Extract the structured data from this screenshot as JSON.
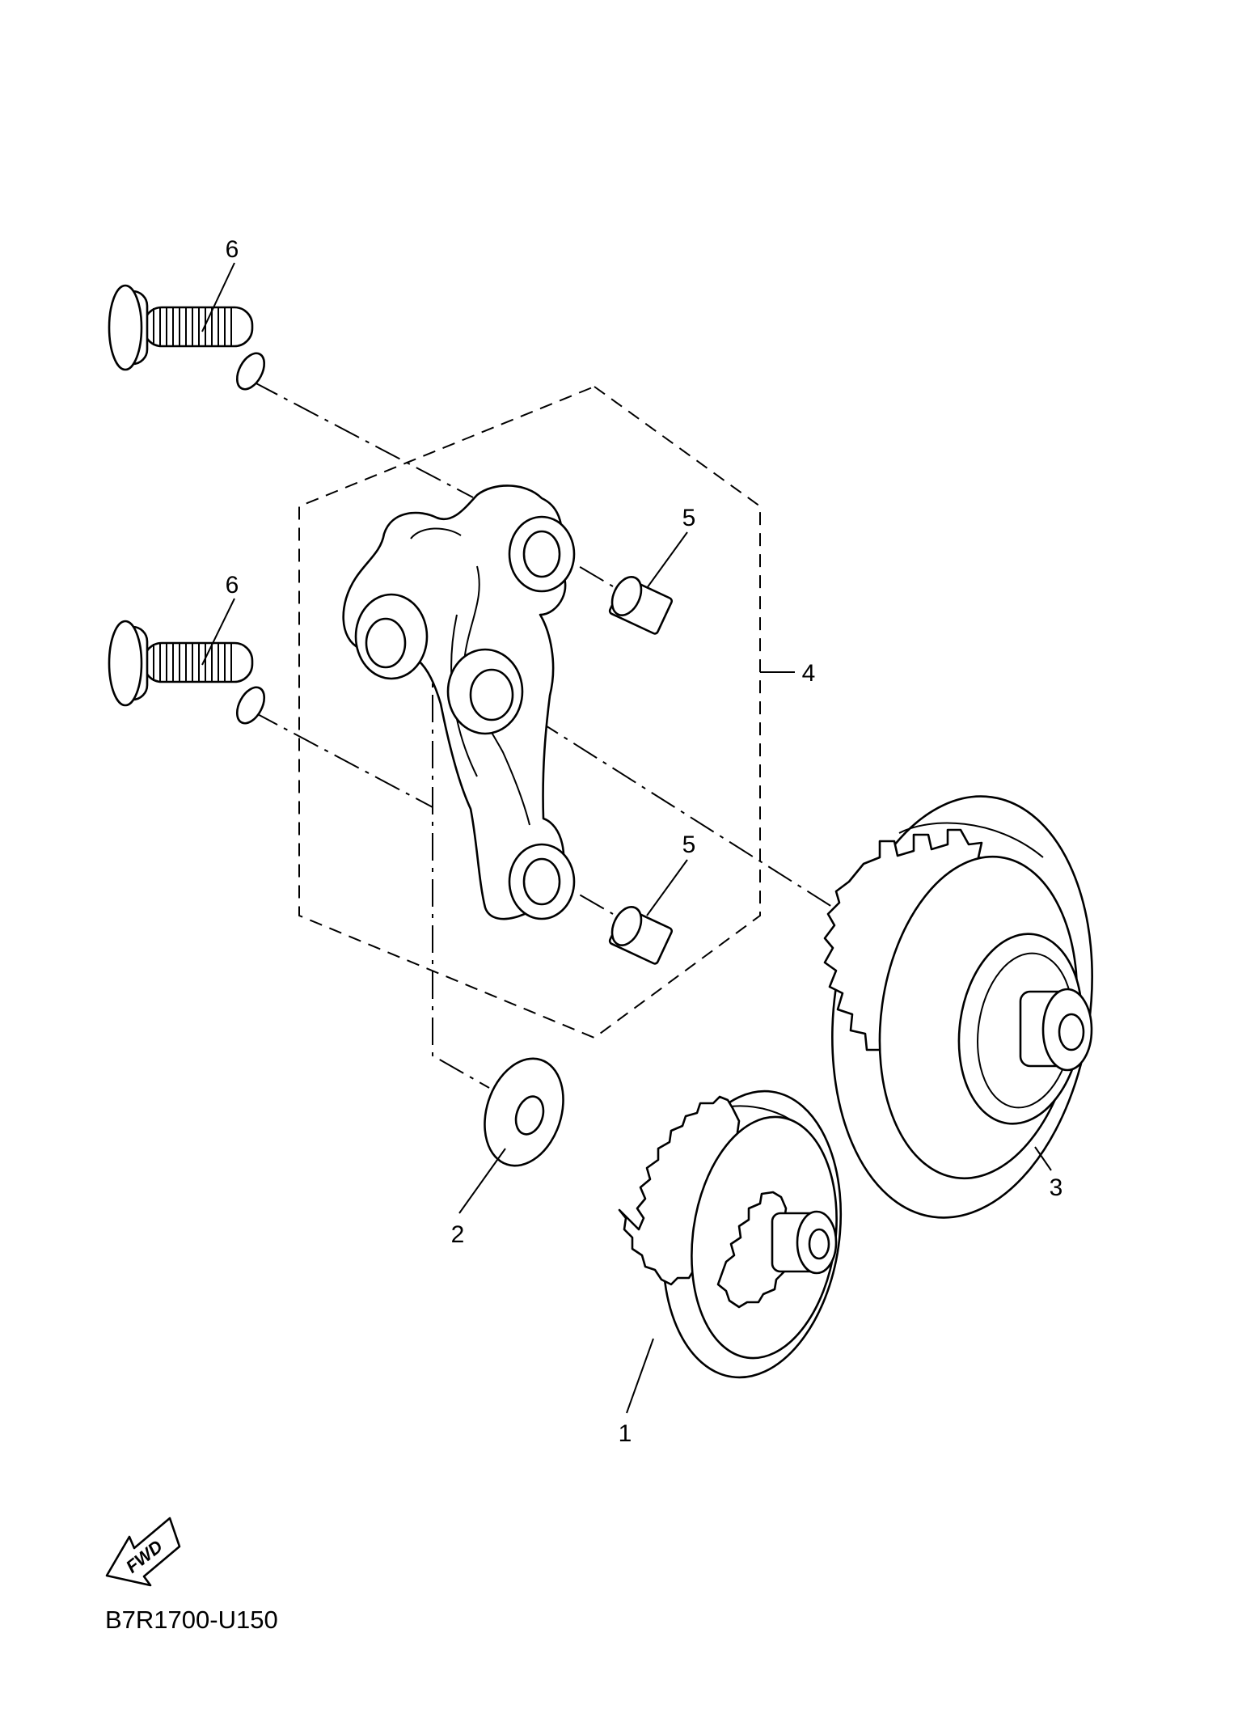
{
  "diagram_code": "B7R1700-U150",
  "fwd_label": "FWD",
  "callouts": {
    "c1": "1",
    "c2": "2",
    "c3": "3",
    "c4": "4",
    "c5a": "5",
    "c5b": "5",
    "c6a": "6",
    "c6b": "6"
  },
  "colors": {
    "line": "#000000",
    "background": "#ffffff"
  }
}
